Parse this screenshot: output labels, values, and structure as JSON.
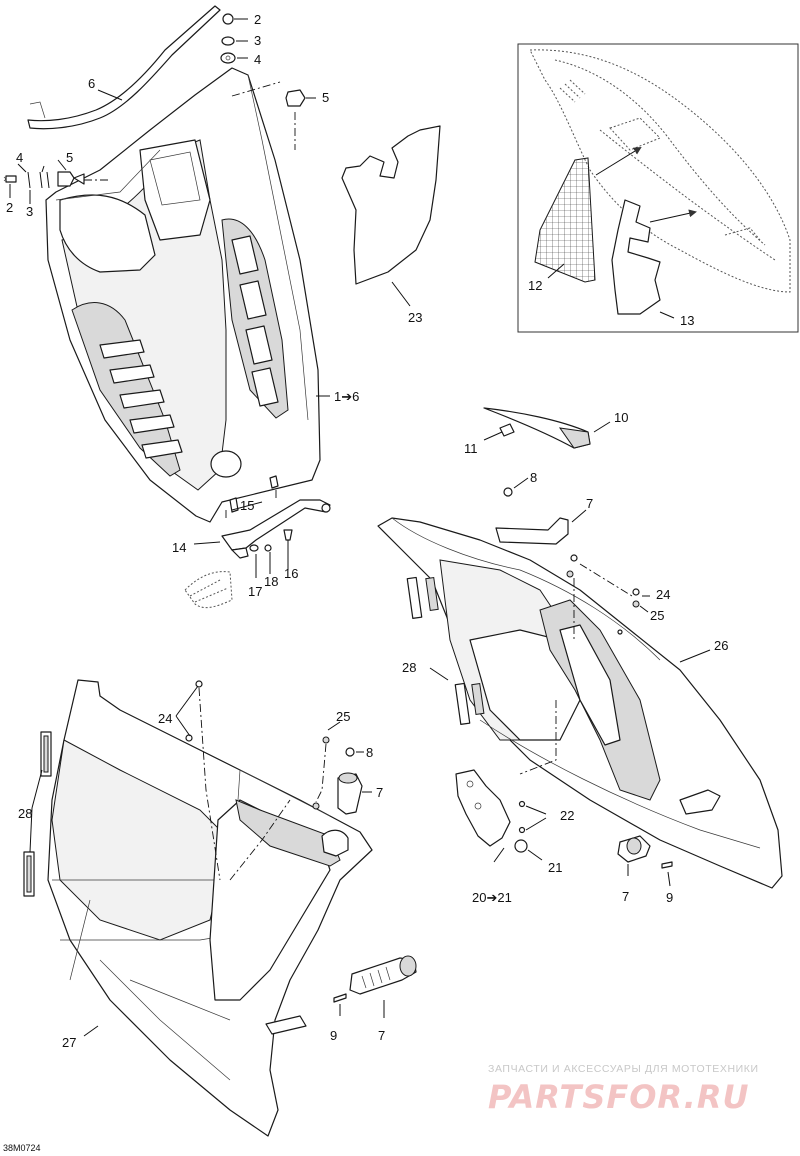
{
  "diagram_code": "38M0724",
  "watermark": {
    "line1": "ЗАПЧАСТИ И АКСЕССУАРЫ ДЛЯ МОТОТЕХНИКИ",
    "brand": "PARTSFOR.RU"
  },
  "callouts": [
    {
      "id": "c2a",
      "label": "2"
    },
    {
      "id": "c3a",
      "label": "3"
    },
    {
      "id": "c4a",
      "label": "4"
    },
    {
      "id": "c5a",
      "label": "5"
    },
    {
      "id": "c6",
      "label": "6"
    },
    {
      "id": "c4b",
      "label": "4"
    },
    {
      "id": "c5b",
      "label": "5"
    },
    {
      "id": "c2b",
      "label": "2"
    },
    {
      "id": "c3b",
      "label": "3"
    },
    {
      "id": "c23",
      "label": "23"
    },
    {
      "id": "c1to6",
      "label": "1➔6"
    },
    {
      "id": "c12",
      "label": "12"
    },
    {
      "id": "c13",
      "label": "13"
    },
    {
      "id": "c10",
      "label": "10"
    },
    {
      "id": "c11",
      "label": "11"
    },
    {
      "id": "c8a",
      "label": "8"
    },
    {
      "id": "c7a",
      "label": "7"
    },
    {
      "id": "c15",
      "label": "15"
    },
    {
      "id": "c14",
      "label": "14"
    },
    {
      "id": "c17",
      "label": "17"
    },
    {
      "id": "c18",
      "label": "18"
    },
    {
      "id": "c16",
      "label": "16"
    },
    {
      "id": "c24a",
      "label": "24"
    },
    {
      "id": "c25a",
      "label": "25"
    },
    {
      "id": "c26",
      "label": "26"
    },
    {
      "id": "c28a",
      "label": "28"
    },
    {
      "id": "c24b",
      "label": "24"
    },
    {
      "id": "c25b",
      "label": "25"
    },
    {
      "id": "c8b",
      "label": "8"
    },
    {
      "id": "c7b",
      "label": "7"
    },
    {
      "id": "c28b",
      "label": "28"
    },
    {
      "id": "c22",
      "label": "22"
    },
    {
      "id": "c21",
      "label": "21"
    },
    {
      "id": "c20to21",
      "label": "20➔21"
    },
    {
      "id": "c7c",
      "label": "7"
    },
    {
      "id": "c9a",
      "label": "9"
    },
    {
      "id": "c27",
      "label": "27"
    },
    {
      "id": "c9b",
      "label": "9"
    },
    {
      "id": "c7d",
      "label": "7"
    }
  ]
}
